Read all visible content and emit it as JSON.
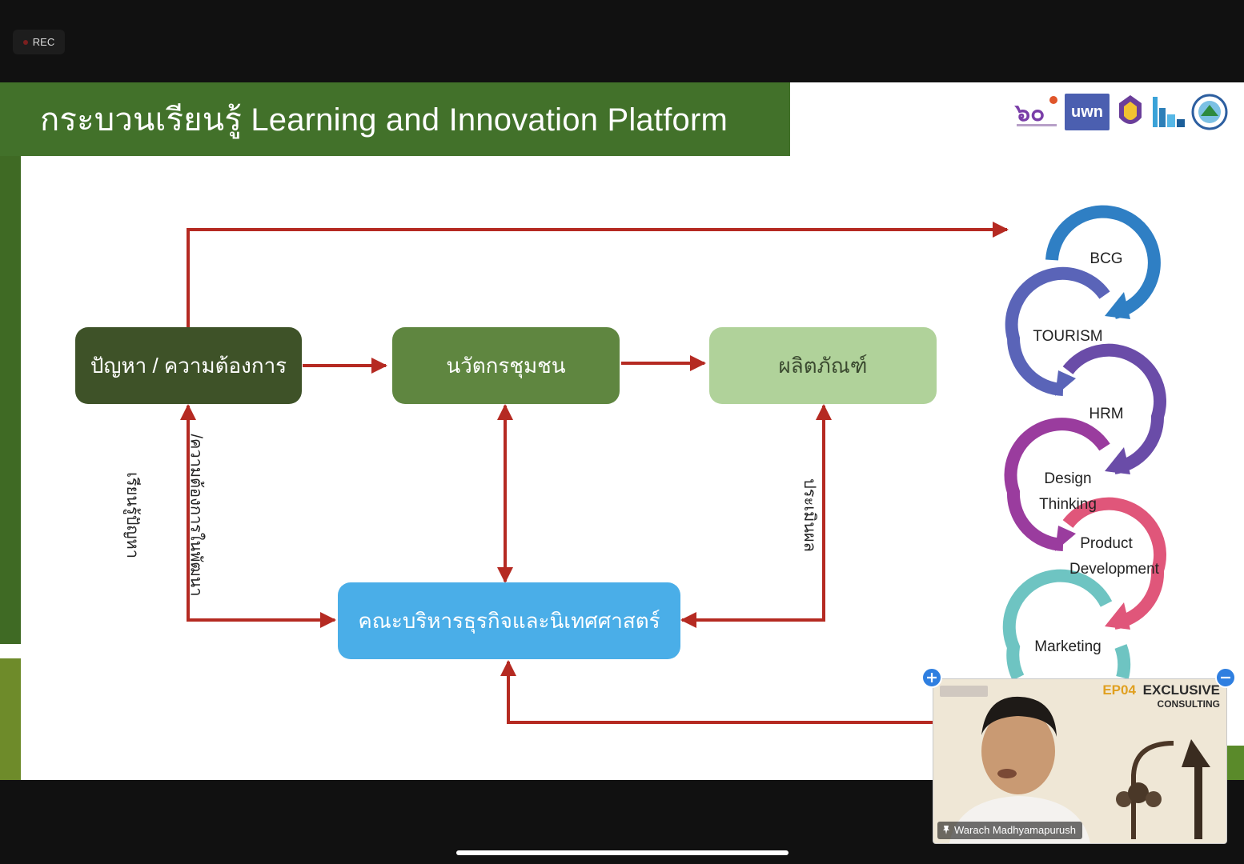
{
  "recording": {
    "label": "REC"
  },
  "slide": {
    "title": "กระบวนเรียนรู้ Learning and Innovation Platform",
    "logos": [
      "60-logo",
      "uwn-logo",
      "university-seal-logo",
      "bar-graph-logo",
      "round-emblem-logo"
    ],
    "logo_texts": {
      "uwn": "uwn"
    },
    "nodes": {
      "problem": "ปัญหา / ความต้องการ",
      "community_innovation": "นวัตกรชุมชน",
      "product": "ผลิตภัณฑ์",
      "faculty": "คณะบริหารธุรกิจและนิเทศศาสตร์"
    },
    "edge_labels": {
      "learn_problem": "เรียนรู้ปัญหา",
      "need_dev": "/ความต้องการในพัฒนา",
      "evaluate": "ประเมินผล"
    },
    "cycle": [
      "BCG",
      "TOURISM",
      "HRM",
      "Design Thinking",
      "Product Development",
      "Marketing"
    ],
    "colors": {
      "title_bg": "#42712a",
      "arrow": "#b52a22",
      "node_problem": "#3e5228",
      "node_innovation": "#5f8640",
      "node_product": "#b0d29a",
      "node_faculty": "#4aaee8"
    }
  },
  "video": {
    "participant_name": "Warach Madhyamapurush",
    "banner_episode": "EP04",
    "banner_title": "EXCLUSIVE",
    "banner_subtitle": "CONSULTING"
  }
}
